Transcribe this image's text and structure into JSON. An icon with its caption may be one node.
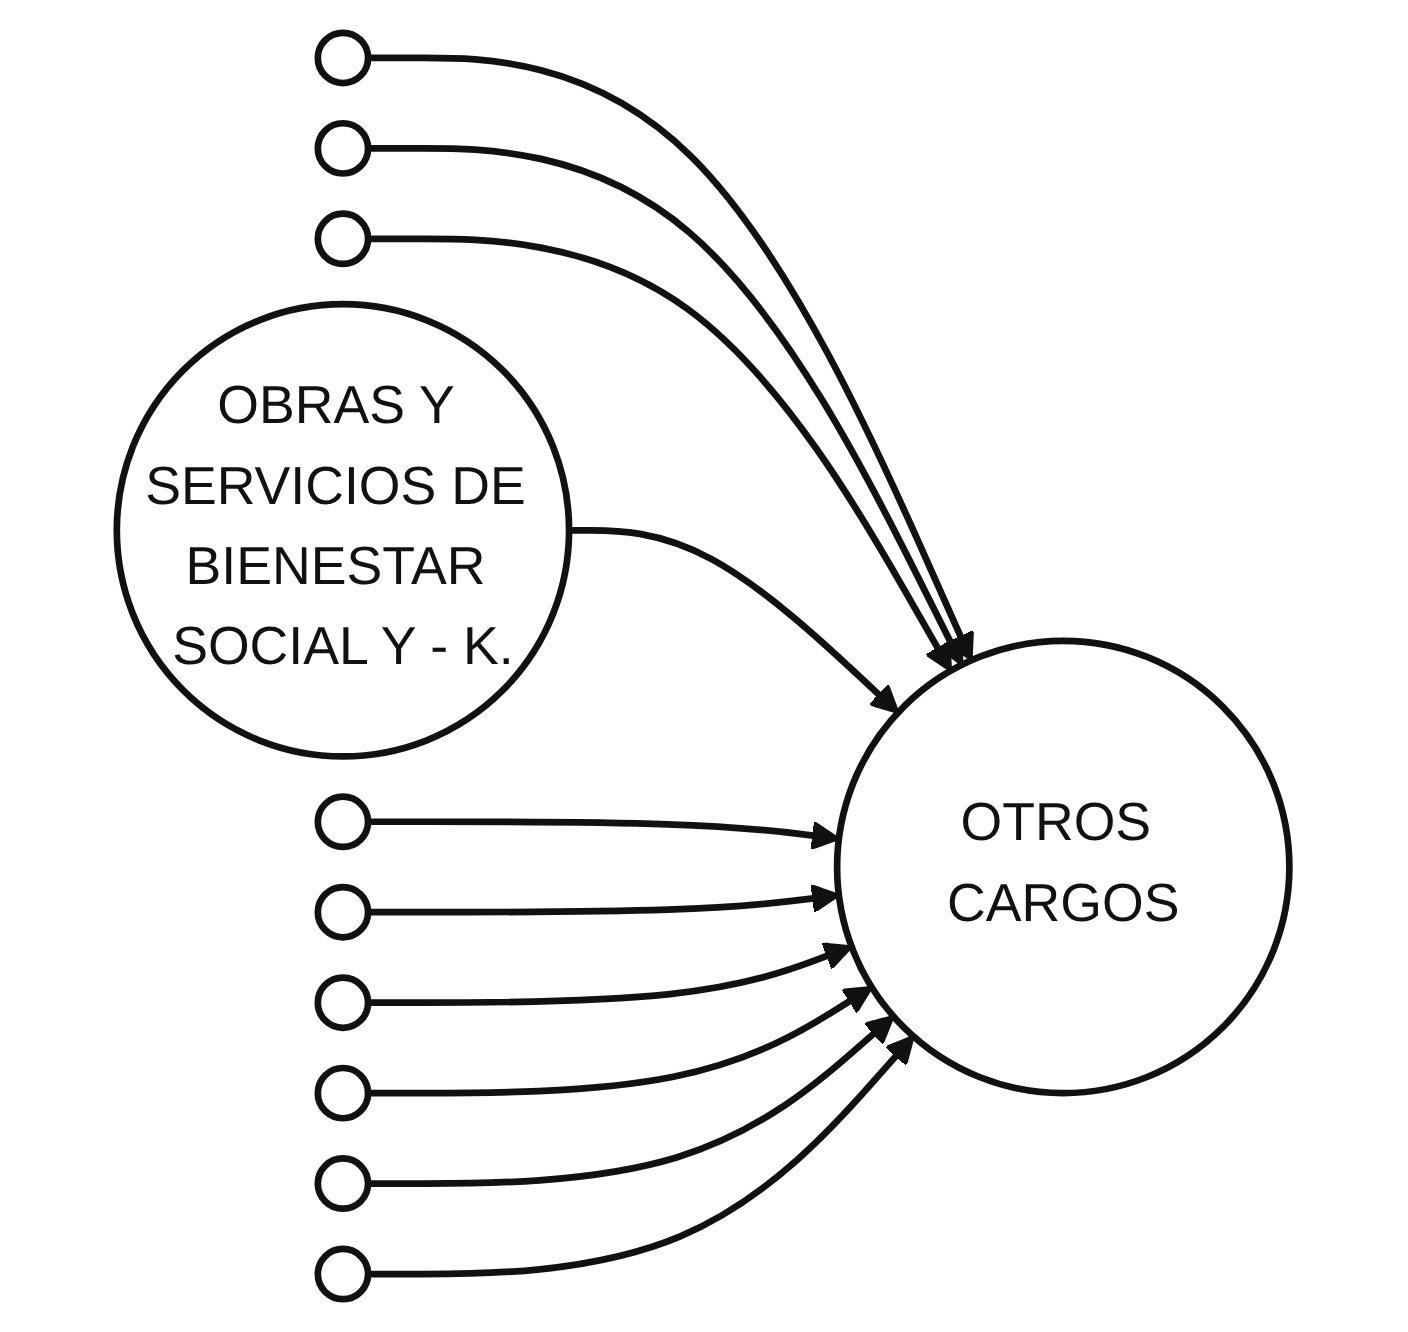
{
  "diagram": {
    "nodes": [
      {
        "text": [],
        "shape": "circle"
      },
      {
        "text": [],
        "shape": "circle"
      },
      {
        "text": [],
        "shape": "circle"
      },
      {
        "text": [
          "OBRAS Y SERVICIOS DE BIENESTAR SOCIAL Y - K."
        ]
      },
      {
        "text": [],
        "shape": "circle"
      },
      {
        "text": [
          "OTROS CARGOS"
        ]
      },
      {
        "text": [],
        "shape": "circle"
      },
      {
        "text": [],
        "shape": "circle"
      },
      {
        "text": [],
        "shape": "circle"
      },
      {
        "text": [],
        "shape": "circle"
      },
      {
        "text": [],
        "shape": "circle"
      }
    ],
    "edges": [
      {
        "from": 0,
        "to": 5,
        "arrow": "to"
      },
      {
        "from": 1,
        "to": 5,
        "arrow": "to"
      },
      {
        "from": 2,
        "to": 5,
        "arrow": "to"
      },
      {
        "from": 3,
        "to": 5,
        "arrow": "to"
      },
      {
        "from": 4,
        "to": 5,
        "arrow": "to"
      },
      {
        "from": 6,
        "to": 5,
        "arrow": "to"
      },
      {
        "from": 7,
        "to": 5,
        "arrow": "to"
      },
      {
        "from": 8,
        "to": 5,
        "arrow": "to"
      },
      {
        "from": 9,
        "to": 5,
        "arrow": "to"
      },
      {
        "from": 10,
        "to": 5,
        "arrow": "to"
      }
    ]
  }
}
